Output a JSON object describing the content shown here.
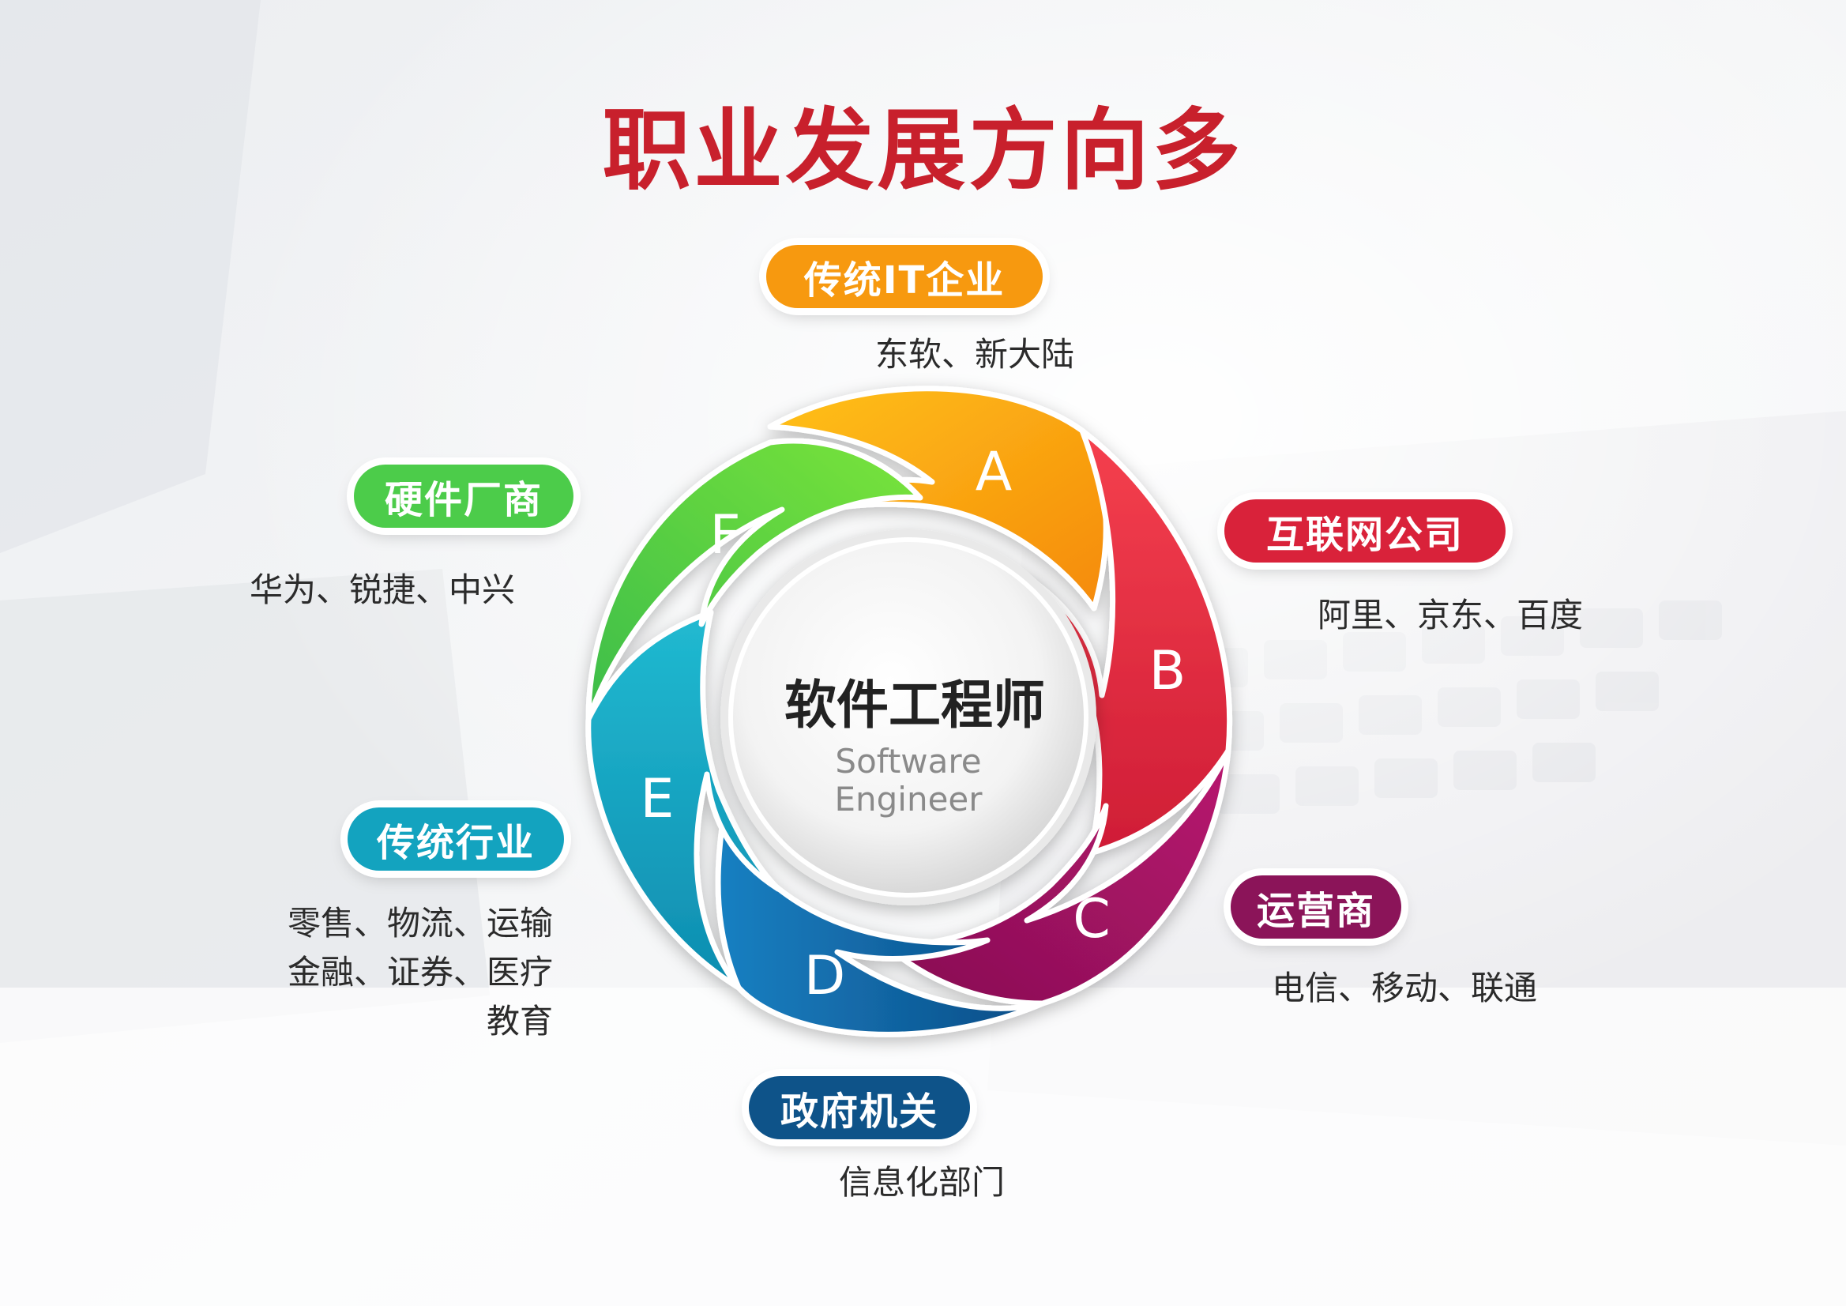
{
  "title": "职业发展方向多",
  "center": {
    "zh": "软件工程师",
    "en_line1": "Software",
    "en_line2": "Engineer"
  },
  "segments": [
    {
      "letter": "A",
      "color_from": "#ffb20a",
      "color_to": "#f68a0c"
    },
    {
      "letter": "B",
      "color_from": "#f0344a",
      "color_to": "#d01c35"
    },
    {
      "letter": "C",
      "color_from": "#b5146e",
      "color_to": "#8d0f57"
    },
    {
      "letter": "D",
      "color_from": "#1577b8",
      "color_to": "#0d4f8c"
    },
    {
      "letter": "E",
      "color_from": "#1eb7cf",
      "color_to": "#0e8fb0"
    },
    {
      "letter": "F",
      "color_from": "#6ddc3a",
      "color_to": "#3fbf4a"
    }
  ],
  "categories": {
    "a": {
      "label": "传统IT企业",
      "color": "#f7990f",
      "desc": [
        "东软、新大陆"
      ]
    },
    "b": {
      "label": "互联网公司",
      "color": "#d9223a",
      "desc": [
        "阿里、京东、百度"
      ]
    },
    "c": {
      "label": "运营商",
      "color": "#8b1459",
      "desc": [
        "电信、移动、联通"
      ]
    },
    "d": {
      "label": "政府机关",
      "color": "#0e5389",
      "desc": [
        "信息化部门"
      ]
    },
    "e": {
      "label": "传统行业",
      "color": "#13a3bf",
      "desc": [
        "零售、物流、运输",
        "金融、证券、医疗",
        "教育"
      ]
    },
    "f": {
      "label": "硬件厂商",
      "color": "#4ccc4a",
      "desc": [
        "华为、锐捷、中兴"
      ]
    }
  }
}
